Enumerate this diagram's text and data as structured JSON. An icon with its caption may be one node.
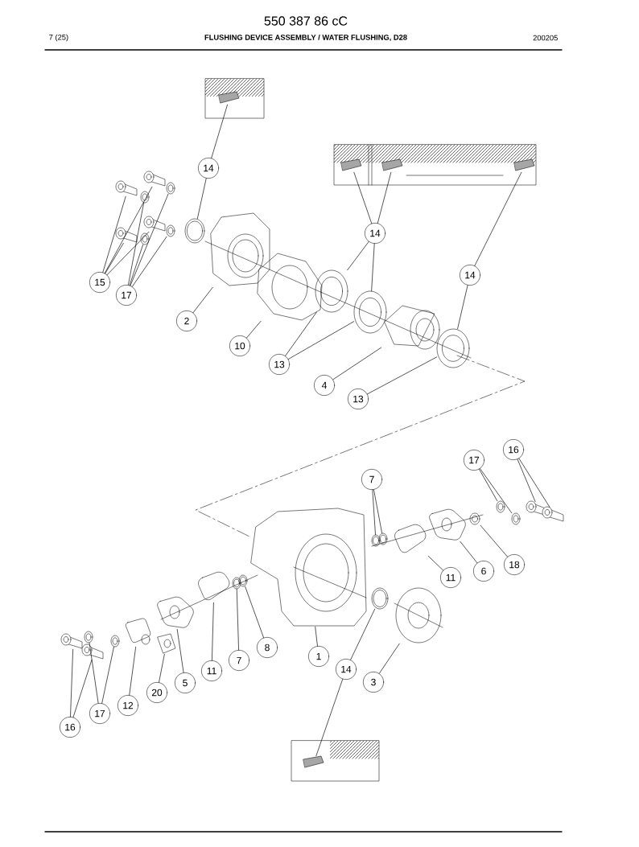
{
  "diagram": {
    "title": "FLUSHING DEVICE ASSEMBLY / WATER FLUSHING, D28",
    "nodes": [
      {
        "text": [
          "14"
        ]
      },
      {
        "text": [
          "15"
        ]
      },
      {
        "text": [
          "17"
        ]
      },
      {
        "text": [
          "2"
        ]
      },
      {
        "text": [
          "10"
        ]
      },
      {
        "text": [
          "13"
        ]
      },
      {
        "text": [
          "4"
        ]
      },
      {
        "text": [
          "13"
        ]
      },
      {
        "text": [
          "14"
        ]
      },
      {
        "text": [
          "14"
        ]
      },
      {
        "text": [
          "16"
        ]
      },
      {
        "text": [
          "17"
        ]
      },
      {
        "text": [
          "7"
        ]
      },
      {
        "text": [
          "18"
        ]
      },
      {
        "text": [
          "6"
        ]
      },
      {
        "text": [
          "11"
        ]
      },
      {
        "text": [
          "8"
        ]
      },
      {
        "text": [
          "1"
        ]
      },
      {
        "text": [
          "7"
        ]
      },
      {
        "text": [
          "11"
        ]
      },
      {
        "text": [
          "14"
        ]
      },
      {
        "text": [
          "3"
        ]
      },
      {
        "text": [
          "5"
        ]
      },
      {
        "text": [
          "20"
        ]
      },
      {
        "text": [
          "12"
        ]
      },
      {
        "text": [
          "17"
        ]
      },
      {
        "text": [
          "16"
        ]
      },
      {
        "text": [],
        "shape": "picture"
      },
      {
        "text": [],
        "shape": "picture"
      },
      {
        "text": [],
        "shape": "picture"
      },
      {
        "text": [],
        "shape": "picture"
      },
      {
        "text": [],
        "shape": "picture"
      },
      {
        "text": [],
        "shape": "picture"
      },
      {
        "text": [],
        "shape": "picture"
      },
      {
        "text": [],
        "shape": "picture"
      },
      {
        "text": [],
        "shape": "picture"
      },
      {
        "text": [],
        "shape": "picture"
      },
      {
        "text": [],
        "shape": "picture"
      },
      {
        "text": [],
        "shape": "picture"
      },
      {
        "text": [],
        "shape": "picture"
      },
      {
        "text": [],
        "shape": "picture"
      },
      {
        "text": [],
        "shape": "picture"
      },
      {
        "text": [],
        "shape": "picture"
      },
      {
        "text": [],
        "shape": "picture"
      },
      {
        "text": [],
        "shape": "picture"
      },
      {
        "text": [],
        "shape": "picture"
      },
      {
        "text": [],
        "shape": "picture"
      },
      {
        "text": [],
        "shape": "picture"
      },
      {
        "text": [],
        "shape": "picture"
      },
      {
        "text": [],
        "shape": "picture"
      },
      {
        "text": [],
        "shape": "picture"
      },
      {
        "text": [],
        "shape": "picture"
      },
      {
        "text": [],
        "shape": "picture"
      },
      {
        "text": [],
        "shape": "picture"
      },
      {
        "text": [],
        "shape": "picture"
      },
      {
        "text": [],
        "shape": "picture"
      },
      {
        "text": [],
        "shape": "picture"
      },
      {
        "text": [],
        "shape": "picture"
      },
      {
        "text": [],
        "shape": "picture"
      },
      {
        "text": [],
        "shape": "picture"
      },
      {
        "text": [],
        "shape": "picture"
      },
      {
        "text": [],
        "shape": "picture"
      },
      {
        "text": [],
        "shape": "picture"
      },
      {
        "text": [],
        "shape": "picture"
      },
      {
        "text": [],
        "shape": "picture"
      },
      {
        "text": [],
        "shape": "picture"
      },
      {
        "text": [],
        "shape": "picture"
      },
      {
        "text": [],
        "shape": "picture"
      },
      {
        "text": [],
        "shape": "picture"
      }
    ],
    "edges": [
      {
        "from": 0,
        "to": 27,
        "arrow": "none"
      },
      {
        "from": 0,
        "to": 28,
        "arrow": "none"
      },
      {
        "from": 1,
        "to": 29,
        "arrow": "none"
      },
      {
        "from": 1,
        "to": 30,
        "arrow": "none"
      },
      {
        "from": 1,
        "to": 31,
        "arrow": "none"
      },
      {
        "from": 1,
        "to": 32,
        "arrow": "none"
      },
      {
        "from": 2,
        "to": 33,
        "arrow": "none"
      },
      {
        "from": 2,
        "to": 34,
        "arrow": "none"
      },
      {
        "from": 2,
        "to": 35,
        "arrow": "none"
      },
      {
        "from": 2,
        "to": 36,
        "arrow": "none"
      },
      {
        "from": 3,
        "to": 37,
        "arrow": "none"
      },
      {
        "from": 4,
        "to": 38,
        "arrow": "none"
      },
      {
        "from": 5,
        "to": 39,
        "arrow": "none"
      },
      {
        "from": 5,
        "to": 40,
        "arrow": "none"
      },
      {
        "from": 6,
        "to": 41,
        "arrow": "none"
      },
      {
        "from": 7,
        "to": 42,
        "arrow": "none"
      },
      {
        "from": 8,
        "to": 43,
        "arrow": "none"
      },
      {
        "from": 8,
        "to": 44,
        "arrow": "none"
      },
      {
        "from": 8,
        "to": 39,
        "arrow": "none"
      },
      {
        "from": 8,
        "to": 40,
        "arrow": "none"
      },
      {
        "from": 9,
        "to": 45,
        "arrow": "none"
      },
      {
        "from": 9,
        "to": 42,
        "arrow": "none"
      },
      {
        "from": 10,
        "to": 46,
        "arrow": "none"
      },
      {
        "from": 10,
        "to": 47,
        "arrow": "none"
      },
      {
        "from": 11,
        "to": 48,
        "arrow": "none"
      },
      {
        "from": 11,
        "to": 49,
        "arrow": "none"
      },
      {
        "from": 12,
        "to": 50,
        "arrow": "none"
      },
      {
        "from": 12,
        "to": 51,
        "arrow": "none"
      },
      {
        "from": 13,
        "to": 52,
        "arrow": "none"
      },
      {
        "from": 14,
        "to": 53,
        "arrow": "none"
      },
      {
        "from": 15,
        "to": 54,
        "arrow": "none"
      },
      {
        "from": 16,
        "to": 56,
        "arrow": "none"
      },
      {
        "from": 17,
        "to": 57,
        "arrow": "none"
      },
      {
        "from": 18,
        "to": 55,
        "arrow": "none"
      },
      {
        "from": 19,
        "to": 58,
        "arrow": "none"
      },
      {
        "from": 20,
        "to": 59,
        "arrow": "none"
      },
      {
        "from": 20,
        "to": 60,
        "arrow": "none"
      },
      {
        "from": 21,
        "to": 61,
        "arrow": "none"
      },
      {
        "from": 22,
        "to": 62,
        "arrow": "none"
      },
      {
        "from": 23,
        "to": 63,
        "arrow": "none"
      },
      {
        "from": 24,
        "to": 64,
        "arrow": "none"
      },
      {
        "from": 25,
        "to": 65,
        "arrow": "none"
      },
      {
        "from": 25,
        "to": 66,
        "arrow": "none"
      },
      {
        "from": 26,
        "to": 67,
        "arrow": "none"
      },
      {
        "from": 26,
        "to": 68,
        "arrow": "none"
      }
    ],
    "labels": [
      "550 387 86 cC",
      "7 (25)",
      "200205"
    ]
  }
}
